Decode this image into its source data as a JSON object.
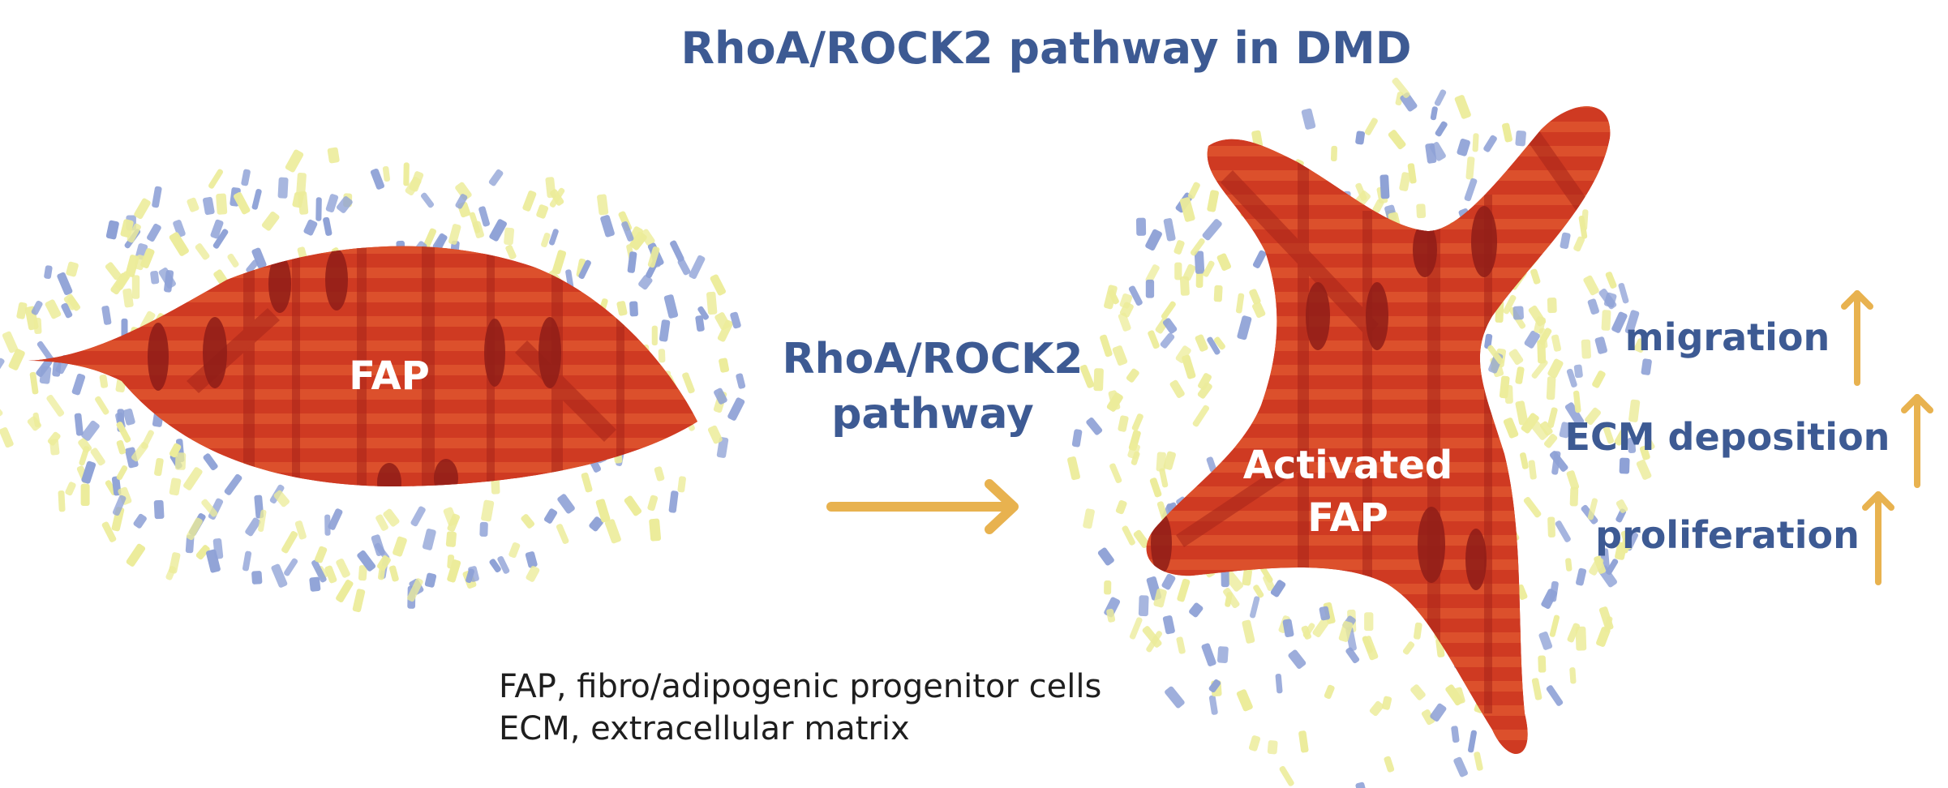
{
  "title": "RhoA/ROCK2 pathway in DMD",
  "left_cell": {
    "label": "FAP"
  },
  "pathway": {
    "line1": "RhoA/ROCK2",
    "line2": "pathway"
  },
  "right_cell": {
    "label_line1": "Activated",
    "label_line2": "FAP"
  },
  "effects": [
    {
      "label": "migration",
      "direction": "up"
    },
    {
      "label": "ECM deposition",
      "direction": "up"
    },
    {
      "label": "proliferation",
      "direction": "up"
    }
  ],
  "legend": [
    "FAP, fibro/adipogenic progenitor cells",
    "ECM, extracellular matrix"
  ],
  "colors": {
    "title": "#3d5a93",
    "cell_fill": "#cf3a22",
    "cell_stripe": "#e0572f",
    "cell_dark": "#a8251a",
    "nucleus": "#8f1d18",
    "arrow": "#e8b24f",
    "ecm_yellow": "#ecec9a",
    "ecm_blue": "#8ea1d6"
  }
}
